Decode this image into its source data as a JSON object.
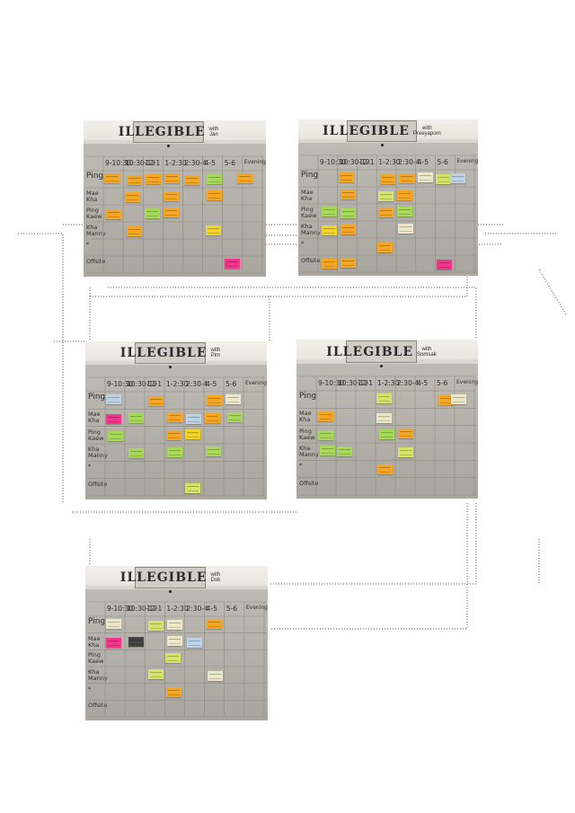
{
  "colors": {
    "orange": "#f5a623",
    "yellow": "#f2d32b",
    "green": "#a8d85a",
    "lime": "#d4e66a",
    "pink": "#f2368c",
    "paleblue": "#bcd3e6",
    "cream": "#ece7c8",
    "dark": "#444"
  },
  "header_labels": [
    "9-10:30",
    "10:30-12",
    "12-1",
    "1-2:30",
    "2:30-4",
    "4-5",
    "5-6",
    "Evening"
  ],
  "row_labels": [
    "Ping",
    "Mae Kha",
    "Ping Kaew",
    "Kha Manny",
    "*",
    "Offsite"
  ],
  "boards": [
    {
      "id": "board-1",
      "sign_main": "ILLEGIBLE",
      "sign_sub": "with Jan",
      "notes": [
        {
          "c": "orange",
          "col": 0,
          "row": 0
        },
        {
          "c": "orange",
          "col": 1,
          "row": 0
        },
        {
          "c": "orange",
          "col": 2,
          "row": 0
        },
        {
          "c": "orange",
          "col": 3,
          "row": 0
        },
        {
          "c": "orange",
          "col": 4,
          "row": 0
        },
        {
          "c": "green",
          "col": 5,
          "row": 0
        },
        {
          "c": "orange",
          "col": 6.6,
          "row": 0
        },
        {
          "c": "orange",
          "col": 1,
          "row": 1
        },
        {
          "c": "orange",
          "col": 3,
          "row": 1
        },
        {
          "c": "orange",
          "col": 5,
          "row": 1
        },
        {
          "c": "orange",
          "col": 0,
          "row": 2
        },
        {
          "c": "green",
          "col": 2,
          "row": 2
        },
        {
          "c": "orange",
          "col": 3,
          "row": 2
        },
        {
          "c": "orange",
          "col": 1,
          "row": 3
        },
        {
          "c": "yellow",
          "col": 5,
          "row": 3
        },
        {
          "c": "pink",
          "col": 6,
          "row": 5
        }
      ]
    },
    {
      "id": "board-2",
      "sign_main": "ILLEGIBLE",
      "sign_sub": "with Preeyaporn",
      "notes": [
        {
          "c": "orange",
          "col": 1,
          "row": 0
        },
        {
          "c": "orange",
          "col": 3,
          "row": 0
        },
        {
          "c": "orange",
          "col": 4,
          "row": 0
        },
        {
          "c": "cream",
          "col": 5,
          "row": 0
        },
        {
          "c": "lime",
          "col": 6,
          "row": 0
        },
        {
          "c": "paleblue",
          "col": 6.6,
          "row": 0
        },
        {
          "c": "orange",
          "col": 1,
          "row": 1
        },
        {
          "c": "lime",
          "col": 3,
          "row": 1
        },
        {
          "c": "orange",
          "col": 4,
          "row": 1
        },
        {
          "c": "green",
          "col": 0,
          "row": 2
        },
        {
          "c": "green",
          "col": 1,
          "row": 2
        },
        {
          "c": "orange",
          "col": 3,
          "row": 2
        },
        {
          "c": "green",
          "col": 4,
          "row": 2
        },
        {
          "c": "yellow",
          "col": 0,
          "row": 3
        },
        {
          "c": "orange",
          "col": 1,
          "row": 3
        },
        {
          "c": "cream",
          "col": 4,
          "row": 3
        },
        {
          "c": "orange",
          "col": 3,
          "row": 4
        },
        {
          "c": "orange",
          "col": 0,
          "row": 5
        },
        {
          "c": "orange",
          "col": 1,
          "row": 5
        },
        {
          "c": "pink",
          "col": 6,
          "row": 5
        }
      ]
    },
    {
      "id": "board-3",
      "sign_main": "ILLEGIBLE",
      "sign_sub": "with Pim",
      "notes": [
        {
          "c": "paleblue",
          "col": 0,
          "row": 0
        },
        {
          "c": "orange",
          "col": 2,
          "row": 0
        },
        {
          "c": "orange",
          "col": 5,
          "row": 0
        },
        {
          "c": "cream",
          "col": 6,
          "row": 0
        },
        {
          "c": "pink",
          "col": 0,
          "row": 1
        },
        {
          "c": "green",
          "col": 1,
          "row": 1
        },
        {
          "c": "orange",
          "col": 3,
          "row": 1
        },
        {
          "c": "paleblue",
          "col": 4,
          "row": 1
        },
        {
          "c": "orange",
          "col": 5,
          "row": 1
        },
        {
          "c": "green",
          "col": 6,
          "row": 1
        },
        {
          "c": "green",
          "col": 0,
          "row": 2
        },
        {
          "c": "orange",
          "col": 3,
          "row": 2
        },
        {
          "c": "yellow",
          "col": 4,
          "row": 2
        },
        {
          "c": "green",
          "col": 1,
          "row": 3
        },
        {
          "c": "green",
          "col": 3,
          "row": 3
        },
        {
          "c": "green",
          "col": 5,
          "row": 3
        },
        {
          "c": "lime",
          "col": 4,
          "row": 5
        }
      ]
    },
    {
      "id": "board-4",
      "sign_main": "ILLEGIBLE",
      "sign_sub": "with Somsak",
      "notes": [
        {
          "c": "lime",
          "col": 3,
          "row": 0
        },
        {
          "c": "orange",
          "col": 6,
          "row": 0
        },
        {
          "c": "cream",
          "col": 6.7,
          "row": 0
        },
        {
          "c": "orange",
          "col": 0,
          "row": 1
        },
        {
          "c": "cream",
          "col": 3,
          "row": 1
        },
        {
          "c": "green",
          "col": 3,
          "row": 2
        },
        {
          "c": "orange",
          "col": 4,
          "row": 2
        },
        {
          "c": "green",
          "col": 0,
          "row": 2
        },
        {
          "c": "green",
          "col": 1,
          "row": 3
        },
        {
          "c": "green",
          "col": 0,
          "row": 3
        },
        {
          "c": "lime",
          "col": 4,
          "row": 3
        },
        {
          "c": "orange",
          "col": 3,
          "row": 4
        }
      ]
    },
    {
      "id": "board-5",
      "sign_main": "ILLEGIBLE",
      "sign_sub": "with Dok",
      "notes": [
        {
          "c": "cream",
          "col": 0,
          "row": 0
        },
        {
          "c": "lime",
          "col": 2,
          "row": 0
        },
        {
          "c": "cream",
          "col": 3,
          "row": 0
        },
        {
          "c": "orange",
          "col": 5,
          "row": 0
        },
        {
          "c": "pink",
          "col": 0,
          "row": 1
        },
        {
          "c": "dark",
          "col": 1,
          "row": 1
        },
        {
          "c": "cream",
          "col": 3,
          "row": 1
        },
        {
          "c": "paleblue",
          "col": 4,
          "row": 1
        },
        {
          "c": "lime",
          "col": 3,
          "row": 2
        },
        {
          "c": "lime",
          "col": 2,
          "row": 3
        },
        {
          "c": "cream",
          "col": 5,
          "row": 3
        },
        {
          "c": "orange",
          "col": 3,
          "row": 4
        }
      ]
    }
  ]
}
